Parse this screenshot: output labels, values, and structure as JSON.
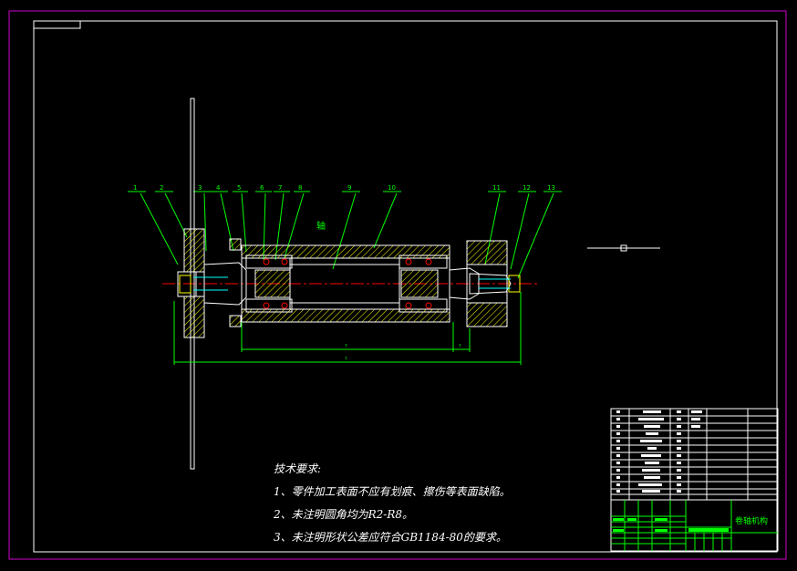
{
  "drawing": {
    "part_numbers": [
      "1",
      "2",
      "3",
      "4",
      "5",
      "6",
      "7",
      "8",
      "9",
      "10",
      "11",
      "12",
      "13"
    ],
    "center_label": "轴",
    "dim_inner": "?",
    "dim_outer": "?",
    "dim_right": "?"
  },
  "notes": {
    "heading": "技术要求:",
    "items": [
      "1、零件加工表面不应有划痕、擦伤等表面缺陷。",
      "2、未注明圆角均为R2-R8。",
      "3、未注明形状公差应符合GB1184-80的要求。"
    ]
  },
  "title_block": {
    "name": "卷轴机构"
  },
  "colors": {
    "outline": "#ffffff",
    "leader": "#00ff00",
    "hatch": "#ffff00",
    "centerline": "#ff0000",
    "border": "#cc00cc",
    "part_edge": "#00ffff"
  }
}
